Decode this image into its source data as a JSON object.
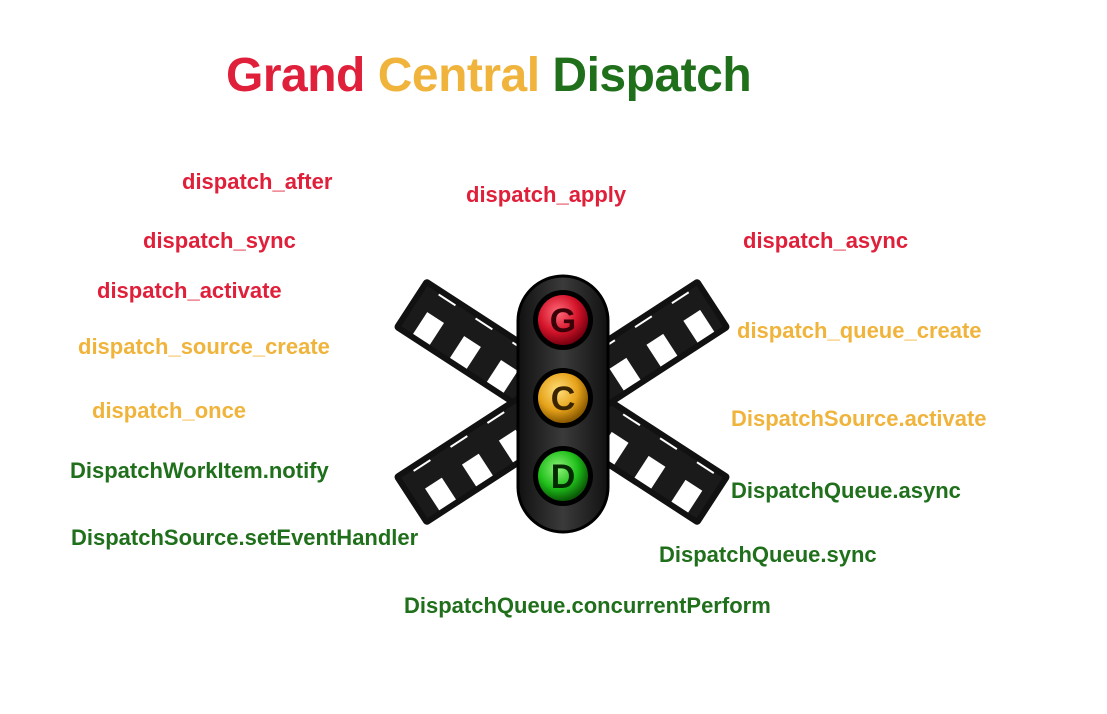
{
  "colors": {
    "red": "#e0203a",
    "yellow": "#f0b43c",
    "green": "#1f6f1b"
  },
  "title": {
    "word1": "Grand",
    "word2": "Central",
    "word3": "Dispatch"
  },
  "logo": {
    "letters": [
      "G",
      "C",
      "D"
    ]
  },
  "labels": {
    "dispatch_after": "dispatch_after",
    "dispatch_apply": "dispatch_apply",
    "dispatch_sync": "dispatch_sync",
    "dispatch_async": "dispatch_async",
    "dispatch_activate": "dispatch_activate",
    "dispatch_source_create": "dispatch_source_create",
    "dispatch_queue_create": "dispatch_queue_create",
    "dispatch_once": "dispatch_once",
    "dispatchsource_activate": "DispatchSource.activate",
    "dispatchworkitem_notify": "DispatchWorkItem.notify",
    "dispatchqueue_async": "DispatchQueue.async",
    "dispatchsource_seteventhandler": "DispatchSource.setEventHandler",
    "dispatchqueue_sync": "DispatchQueue.sync",
    "dispatchqueue_concurrentperform": "DispatchQueue.concurrentPerform"
  }
}
